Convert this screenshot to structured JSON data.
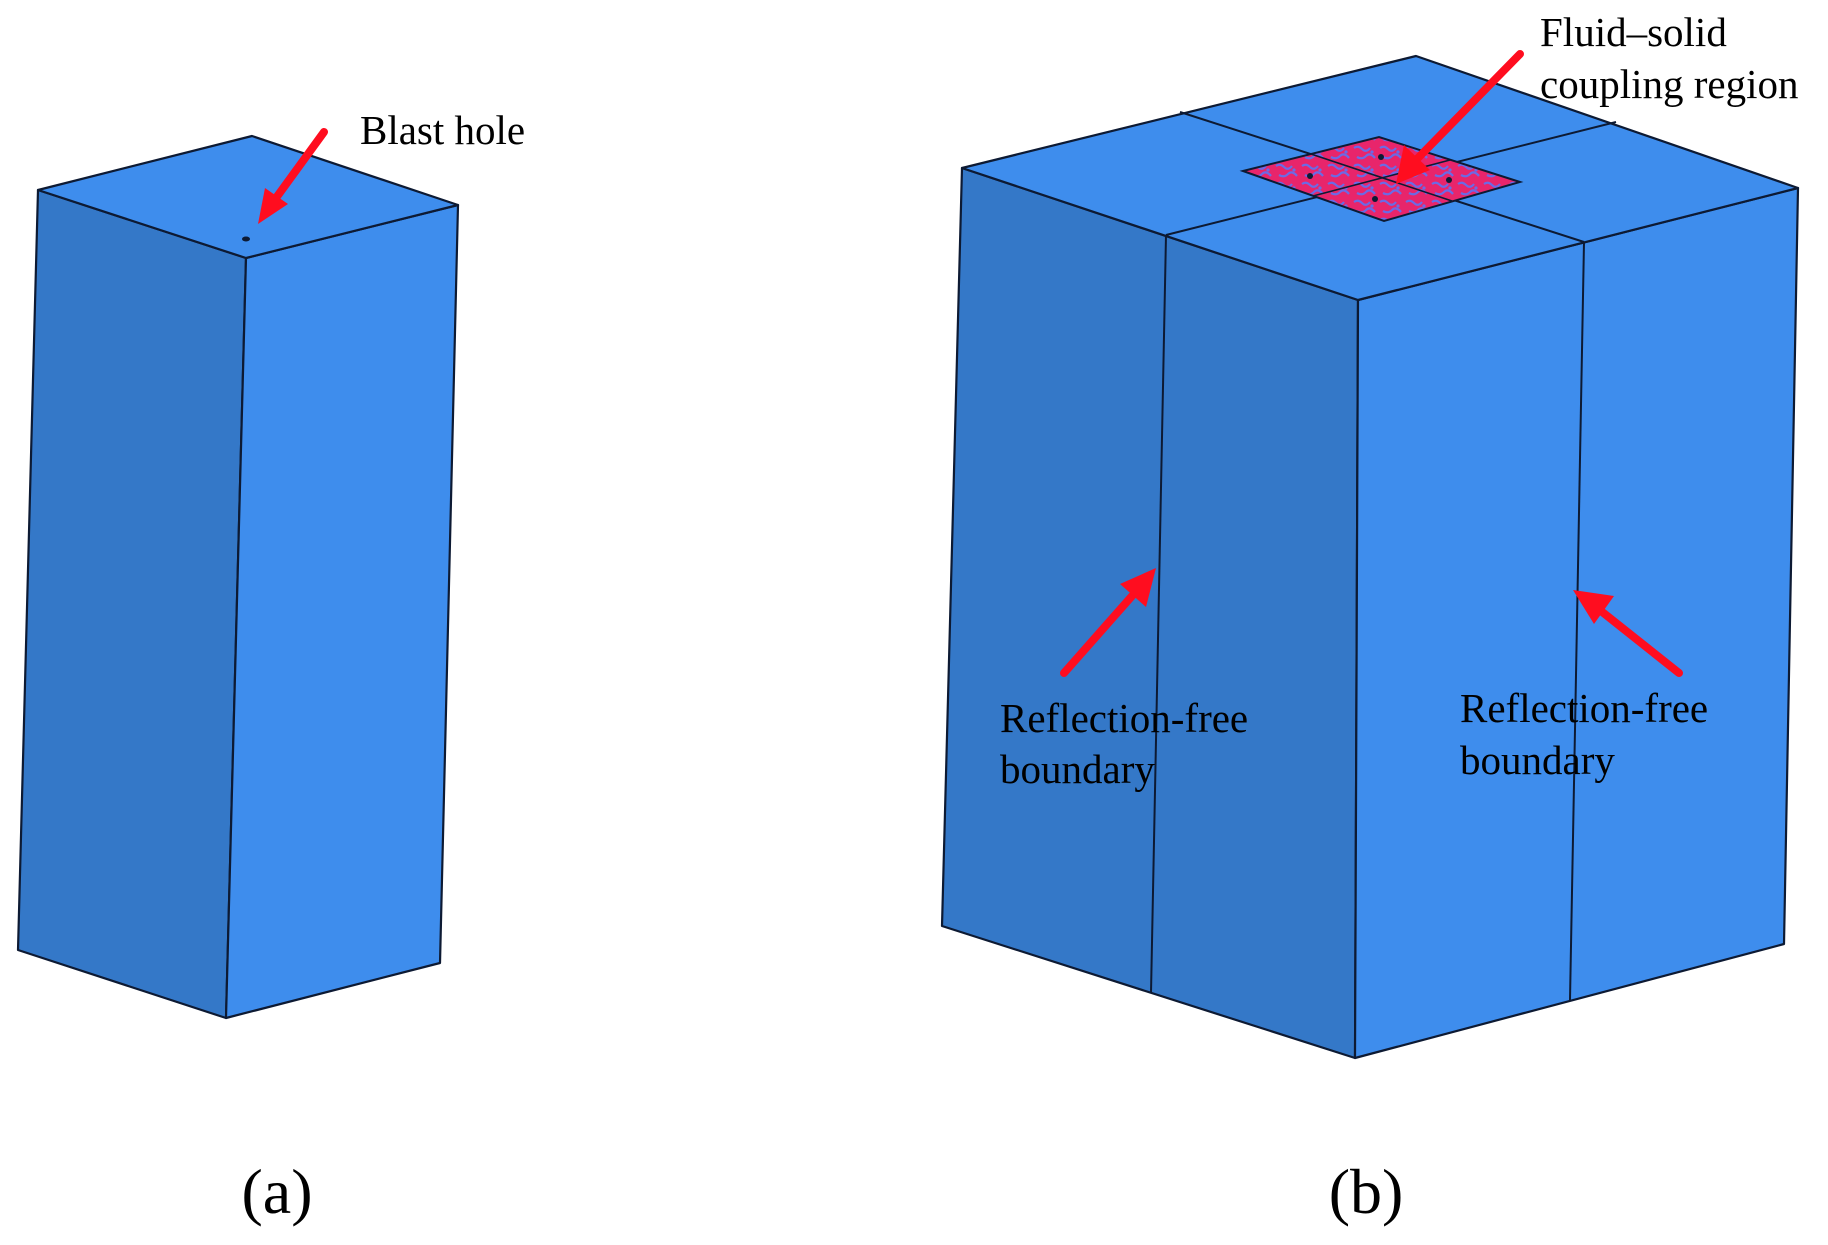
{
  "colors": {
    "block_top": "#3e8ded",
    "block_left": "#3478c8",
    "block_right": "#3e8ded",
    "edge": "#0d1a33",
    "arrow": "#ff0d1f",
    "fsi_region": "#e8256b",
    "fsi_speckle": "#6b6ae6"
  },
  "panel_a": {
    "label": "(a)",
    "annotations": {
      "blast_hole": "Blast hole"
    }
  },
  "panel_b": {
    "label": "(b)",
    "annotations": {
      "fsi_line1": "Fluid–solid",
      "fsi_line2": "coupling region",
      "left_boundary_line1": "Reflection-free",
      "left_boundary_line2": "boundary",
      "right_boundary_line1": "Reflection-free",
      "right_boundary_line2": "boundary"
    }
  }
}
